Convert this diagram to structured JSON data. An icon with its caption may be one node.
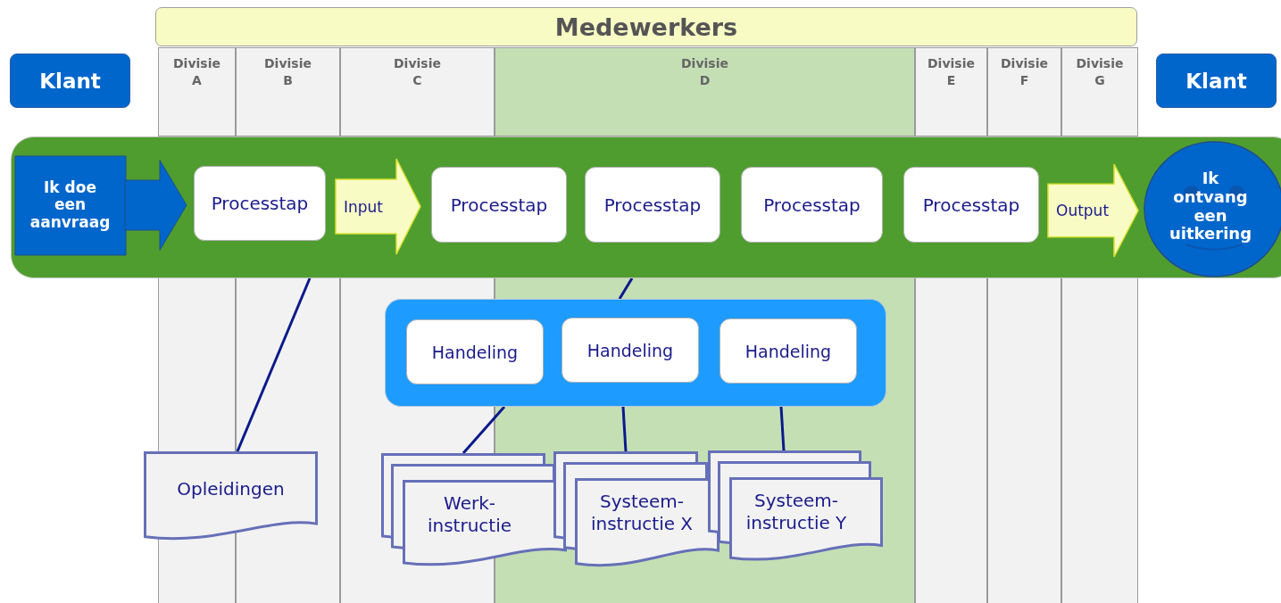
{
  "diagram": {
    "nodes": [
      {
        "text": [
          "Medewerkers"
        ]
      },
      {
        "text": [
          "Klant"
        ]
      },
      {
        "text": [
          "Klant"
        ]
      },
      {
        "text": [
          "Divisie A"
        ]
      },
      {
        "text": [
          "Divisie B"
        ]
      },
      {
        "text": [
          "Divisie C"
        ]
      },
      {
        "text": [
          "Divisie D"
        ]
      },
      {
        "text": [
          "Divisie E"
        ]
      },
      {
        "text": [
          "Divisie F"
        ]
      },
      {
        "text": [
          "Divisie G"
        ]
      },
      {
        "text": [],
        "shape": "box"
      },
      {
        "text": [
          "Ik doe een aanvraag"
        ],
        "in": 10
      },
      {
        "text": [
          "Processtap"
        ],
        "in": 10
      },
      {
        "text": [
          "Input"
        ],
        "in": 10
      },
      {
        "text": [
          "Processtap"
        ],
        "in": 10
      },
      {
        "text": [
          "Processtap"
        ],
        "in": 10
      },
      {
        "text": [
          "Processtap"
        ],
        "in": 10
      },
      {
        "text": [
          "Processtap"
        ],
        "in": 10
      },
      {
        "text": [
          "Output"
        ],
        "in": 10
      },
      {
        "text": [
          "Ik ontvang een uitkering"
        ],
        "in": 10
      },
      {
        "text": [],
        "shape": "box"
      },
      {
        "text": [
          "Handeling"
        ],
        "in": 20
      },
      {
        "text": [
          "Handeling"
        ],
        "in": 20
      },
      {
        "text": [
          "Handeling"
        ],
        "in": 20
      },
      {
        "text": [
          "Opleidingen"
        ]
      },
      {
        "text": [
          "Werk- instructie"
        ]
      },
      {
        "text": [
          "Systeem- instructie X"
        ]
      },
      {
        "text": [
          "Systeem- instructie Y"
        ]
      }
    ],
    "edges": [
      {
        "from": 10,
        "to": 24,
        "arrow": "none"
      },
      {
        "from": 10,
        "to": 20,
        "arrow": "none"
      },
      {
        "from": 20,
        "to": 25,
        "arrow": "none"
      },
      {
        "from": 20,
        "to": 26,
        "arrow": "none"
      },
      {
        "from": 20,
        "to": 27,
        "arrow": "none"
      }
    ]
  }
}
